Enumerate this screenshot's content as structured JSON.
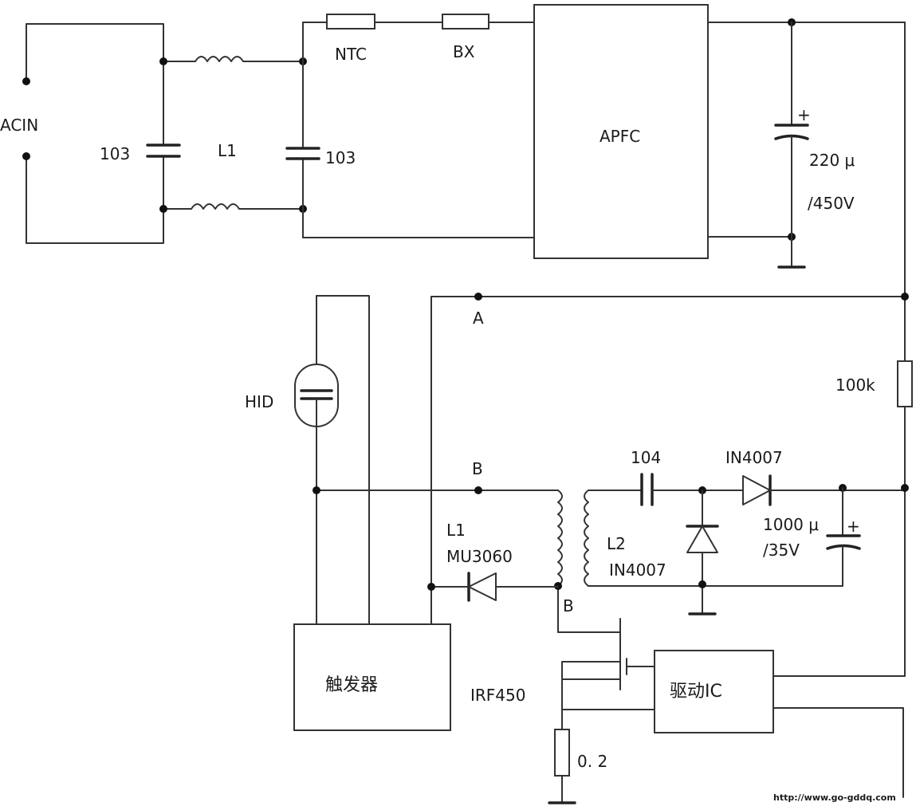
{
  "labels": {
    "acin": "ACIN",
    "cap_103_left": "103",
    "l1_filter": "L1",
    "cap_103_right": "103",
    "ntc": "NTC",
    "bx": "BX",
    "apfc": "APFC",
    "cap_220_value": "220 μ",
    "cap_220_voltage": "/450V",
    "node_a": "A",
    "hid": "HID",
    "r_100k": "100k",
    "node_b_top": "B",
    "cap_104": "104",
    "diode_in4007_top": "IN4007",
    "cap_1000_value": "1000 μ",
    "cap_1000_voltage": "/35V",
    "l1_transformer": "L1",
    "diode_mu3060": "MU3060",
    "l2": "L2",
    "diode_in4007_bottom": "IN4007",
    "node_b_bottom": "B",
    "igniter": "触发器",
    "mosfet": "IRF450",
    "driver_ic": "驱动IC",
    "r_sense": "0. 2",
    "url": "http://www.go-gddq.com"
  },
  "polarity": {
    "cap_220": "+",
    "cap_1000": "+"
  }
}
